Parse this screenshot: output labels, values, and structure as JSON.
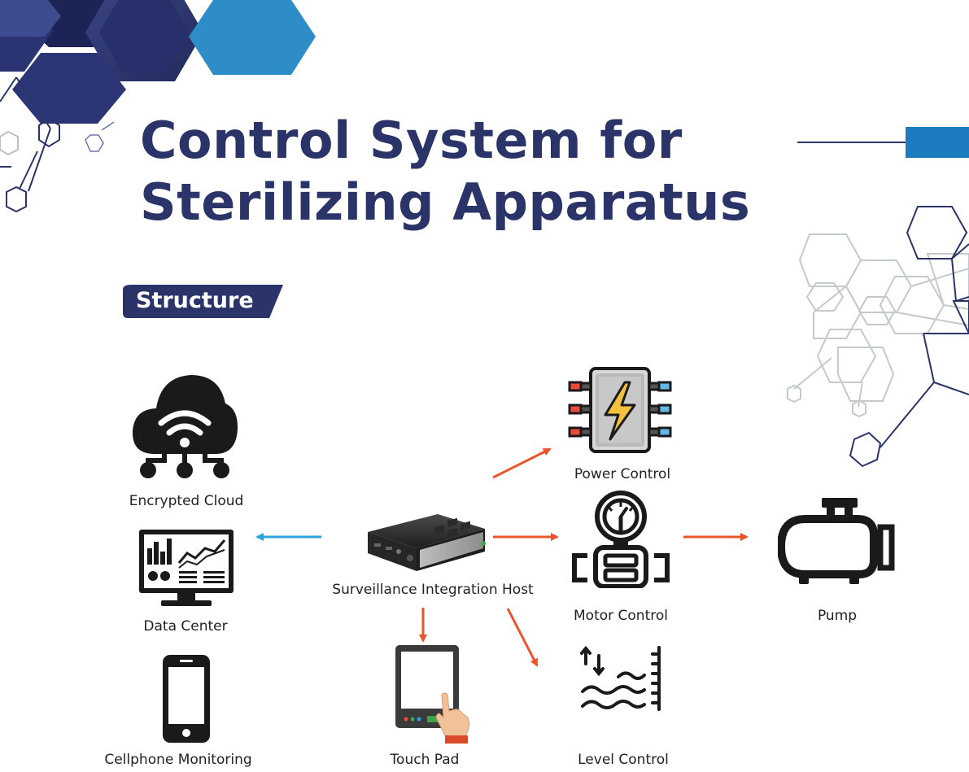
{
  "title": {
    "line1": "Control System for",
    "line2": "Sterilizing Apparatus"
  },
  "section_tag": "Structure",
  "colors": {
    "title": "#2b3468",
    "accent_blue": "#1d7bc0",
    "arrow_orange": "#e9552b",
    "arrow_blue": "#2ba3dc",
    "hex_light": "#b9c1c6"
  },
  "nodes": {
    "encrypted_cloud": {
      "label": "Encrypted Cloud",
      "icon": "cloud-wifi-icon"
    },
    "data_center": {
      "label": "Data Center",
      "icon": "monitor-dashboard-icon"
    },
    "cellphone_monitoring": {
      "label": "Cellphone Monitoring",
      "icon": "smartphone-icon"
    },
    "host": {
      "label": "Surveillance Integration Host",
      "icon": "mini-pc-icon"
    },
    "touch_pad": {
      "label": "Touch Pad",
      "icon": "tablet-touch-icon"
    },
    "power_control": {
      "label": "Power Control",
      "icon": "power-module-icon"
    },
    "motor_control": {
      "label": "Motor Control",
      "icon": "motor-gauge-icon"
    },
    "level_control": {
      "label": "Level Control",
      "icon": "water-level-icon"
    },
    "pump": {
      "label": "Pump",
      "icon": "pump-icon"
    }
  },
  "edges": [
    {
      "from": "host",
      "to": "data_center",
      "color": "blue"
    },
    {
      "from": "host",
      "to": "power_control",
      "color": "orange"
    },
    {
      "from": "host",
      "to": "motor_control",
      "color": "orange"
    },
    {
      "from": "host",
      "to": "touch_pad",
      "color": "orange"
    },
    {
      "from": "host",
      "to": "level_control",
      "color": "orange"
    },
    {
      "from": "motor_control",
      "to": "pump",
      "color": "orange"
    }
  ]
}
